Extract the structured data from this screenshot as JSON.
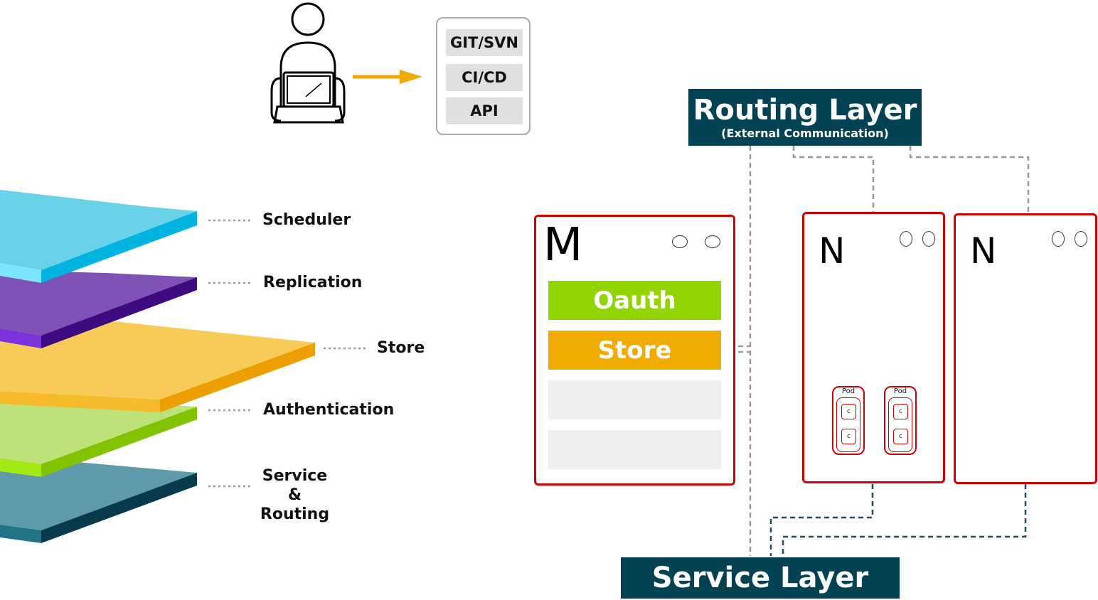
{
  "sources": [
    "GIT/SVN",
    "CI/CD",
    "API"
  ],
  "layers": [
    {
      "label": "Scheduler"
    },
    {
      "label": "Replication"
    },
    {
      "label": "Store"
    },
    {
      "label": "Authentication"
    },
    {
      "label_lines": [
        "Service",
        "&",
        "Routing"
      ]
    }
  ],
  "routing_layer": {
    "title": "Routing Layer",
    "subtitle": "(External Communication)"
  },
  "service_layer": {
    "title": "Service Layer"
  },
  "master": {
    "letter": "M",
    "components": [
      "Oauth",
      "Store"
    ]
  },
  "nodes": [
    {
      "letter": "N",
      "pods": [
        {
          "label": "Pod",
          "containers": [
            "c",
            "c"
          ]
        },
        {
          "label": "Pod",
          "containers": [
            "c",
            "c"
          ]
        }
      ]
    },
    {
      "letter": "N"
    }
  ],
  "colors": {
    "scheduler": "#00b7e5",
    "replication": "#7b2fc0",
    "store": "#f0ab00",
    "authentication": "#92d400",
    "service_routing": "#1a5d70",
    "dark_box": "#024253",
    "node_border": "#cc0000",
    "arrow": "#f0ab00"
  }
}
